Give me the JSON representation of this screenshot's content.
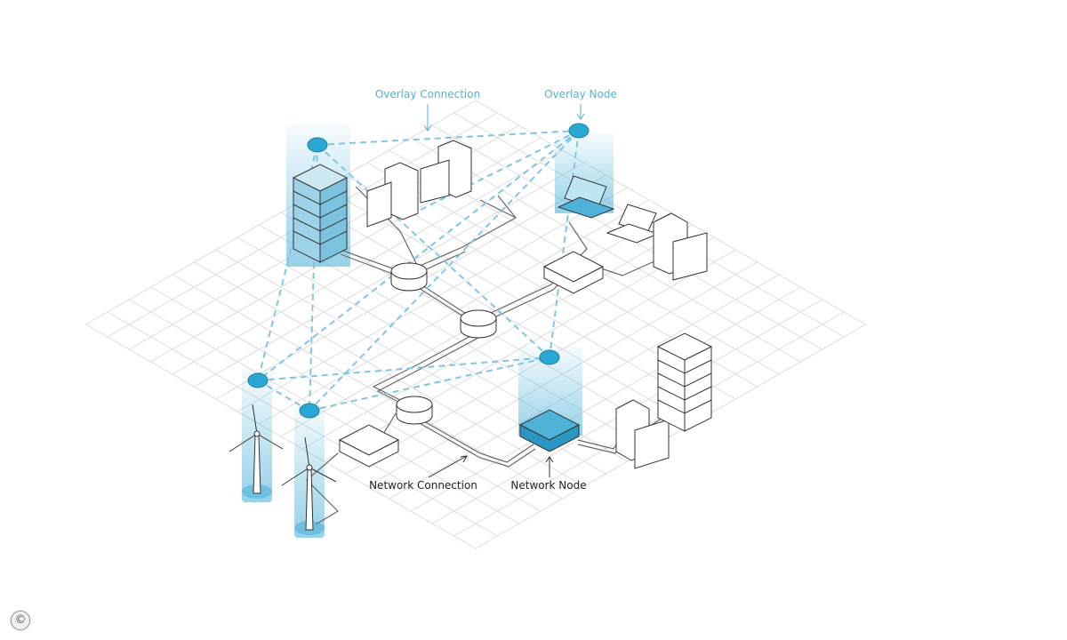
{
  "labels": {
    "overlay_connection": "Overlay Connection",
    "overlay_node": "Overlay Node",
    "network_connection": "Network Connection",
    "network_node": "Network Node"
  },
  "copyright_symbol": "©",
  "colors": {
    "overlay": "#4fb3d9",
    "overlay_node_fill": "#2aa8d4",
    "network_line": "#555555",
    "label_dark": "#222222",
    "grid": "#dcdcdc"
  }
}
